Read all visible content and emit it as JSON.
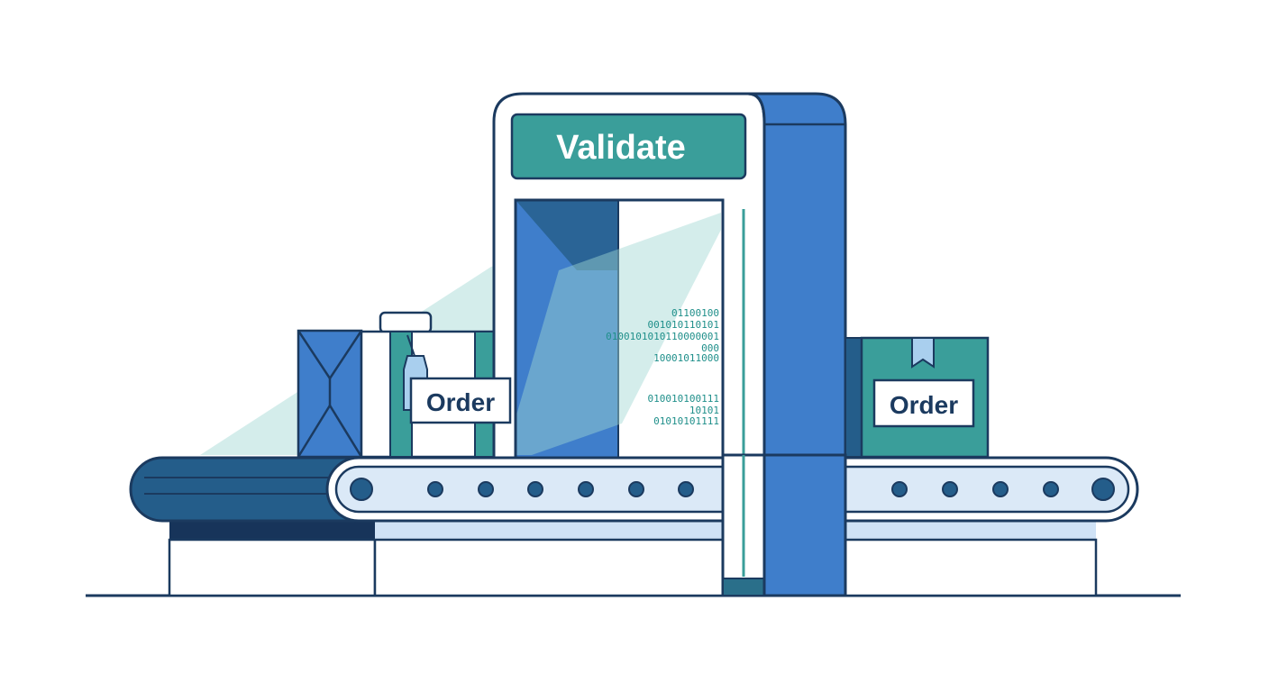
{
  "scanner": {
    "sign_text": "Validate"
  },
  "incoming_package": {
    "tag_text": "Order"
  },
  "outgoing_package": {
    "tag_text": "Order"
  },
  "binary_stream": {
    "group_1": [
      "01100100",
      "001010110101",
      "0100101010110000001",
      "000",
      "10001011000"
    ],
    "group_2": [
      "010010100111",
      "10101",
      "01010101111"
    ]
  },
  "colors": {
    "navy": "#1b3a5f",
    "teal": "#3a9e9a",
    "blue": "#3f7ecb",
    "dark_blue": "#2a6496",
    "light_blue": "#dbe9f7",
    "beam": "#9fd6d2"
  }
}
